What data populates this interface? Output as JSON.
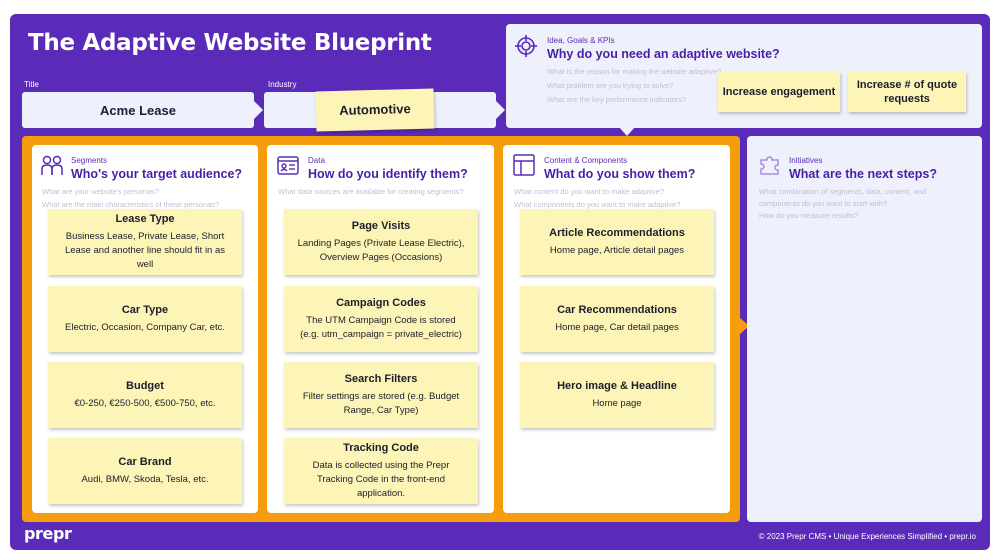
{
  "title": "The Adaptive Website Blueprint",
  "fields": {
    "title_label": "Title",
    "title_value": "Acme Lease",
    "industry_label": "Industry",
    "industry_value": "Automotive"
  },
  "idea": {
    "category": "Idea, Goals & KPIs",
    "heading": "Why do you need an adaptive website?",
    "hints": [
      "What is the reason for making the website adaptive?",
      "What problem are you trying to solve?",
      "What are the key performance indicators?"
    ],
    "stickies": [
      "Increase engagement",
      "Increase # of quote requests"
    ],
    "icon": "crosshair-icon"
  },
  "segments": {
    "category": "Segments",
    "heading": "Who's your target audience?",
    "hints": [
      "What are your website's personas?",
      "What are the main characteristics of these personas?"
    ],
    "icon": "people-icon",
    "stickies": [
      {
        "title": "Lease Type",
        "body": "Business Lease, Private Lease, Short Lease and another line should fit in as well"
      },
      {
        "title": "Car Type",
        "body": "Electric, Occasion, Company Car, etc."
      },
      {
        "title": "Budget",
        "body": "€0-250, €250-500, €500-750, etc."
      },
      {
        "title": "Car Brand",
        "body": "Audi, BMW, Skoda, Tesla, etc."
      }
    ]
  },
  "data_col": {
    "category": "Data",
    "heading": "How do you identify them?",
    "hints": [
      "What data sources are available for creating segments?"
    ],
    "icon": "id-card-icon",
    "stickies": [
      {
        "title": "Page Visits",
        "body": "Landing Pages (Private Lease Electric), Overview Pages (Occasions)"
      },
      {
        "title": "Campaign Codes",
        "body": "The UTM Campaign Code is stored (e.g. utm_campaign = private_electric)"
      },
      {
        "title": "Search Filters",
        "body": "Filter settings are stored (e.g. Budget Range, Car Type)"
      },
      {
        "title": "Tracking Code",
        "body": "Data is collected using the Prepr Tracking Code in the front-end application."
      }
    ]
  },
  "content": {
    "category": "Content & Components",
    "heading": "What do you show them?",
    "hints": [
      "What content do you want to make adaptive?",
      "What components do you want to make adaptive?"
    ],
    "icon": "layout-icon",
    "stickies": [
      {
        "title": "Article Recommendations",
        "body": "Home page, Article detail pages"
      },
      {
        "title": "Car Recommendations",
        "body": "Home page, Car detail pages"
      },
      {
        "title": "Hero image & Headline",
        "body": "Home page"
      }
    ]
  },
  "initiatives": {
    "category": "Initiatives",
    "heading": "What are the next steps?",
    "hints": [
      "What combination of segments, data, content, and components do you want to start with?",
      "How do you measure results?"
    ],
    "icon": "puzzle-icon"
  },
  "footer": {
    "logo": "prepr",
    "text": "© 2023 Prepr CMS • Unique Experiences Simplified • prepr.io"
  },
  "colors": {
    "background": "#5a2bb8",
    "accent": "#f59d0c",
    "panel": "#eef0fb",
    "sticky": "#fcf5b7",
    "heading": "#4a1fa8"
  }
}
